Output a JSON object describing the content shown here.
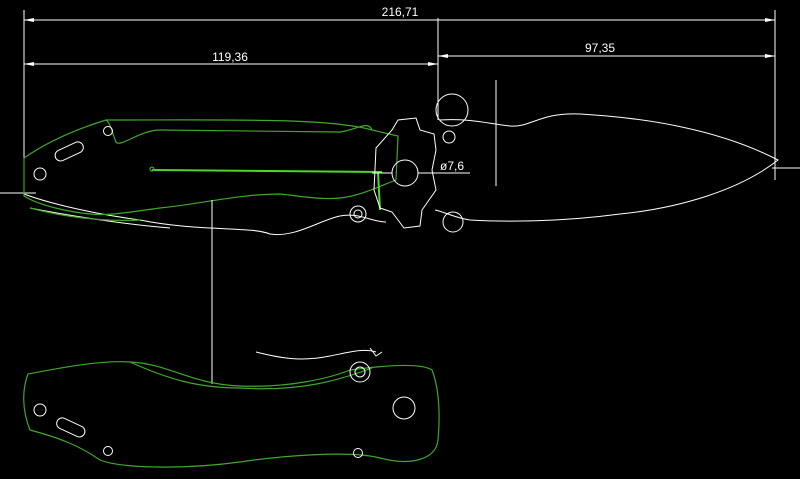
{
  "drawing": {
    "background": "#000000",
    "line_color": "#ffffff",
    "outline_color": "#3fa82a",
    "dimensions": {
      "overall_length": "216,71",
      "handle_length": "119,36",
      "blade_length": "97,35",
      "pivot_diameter": "ø7,6"
    }
  }
}
